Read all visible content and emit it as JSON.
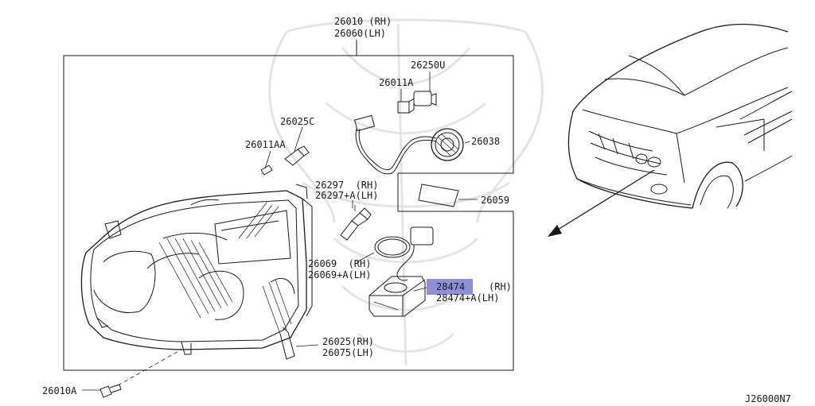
{
  "highlight_color": "#8f8fd8",
  "labels": {
    "assembly_rh": "26010 (RH)",
    "assembly_lh": "26060(LH)",
    "socket": "26250U",
    "harness_connector": "26011A",
    "bulb_c": "26025C",
    "bulb_aa": "26011AA",
    "cover": "26038",
    "label_plate": "26059",
    "bulb_rh": "26297  (RH)",
    "bulb_lh": "26297+A(LH)",
    "gasket_rh": "26069  (RH)",
    "gasket_lh": "26069+A(LH)",
    "ballast_part": "28474",
    "ballast_rh_suffix": "(RH)",
    "ballast_lh": "28474+A(LH)",
    "housing_rh": "26025(RH)",
    "housing_lh": "26075(LH)",
    "screw": "26010A",
    "diagram_code": "J26000N7"
  }
}
